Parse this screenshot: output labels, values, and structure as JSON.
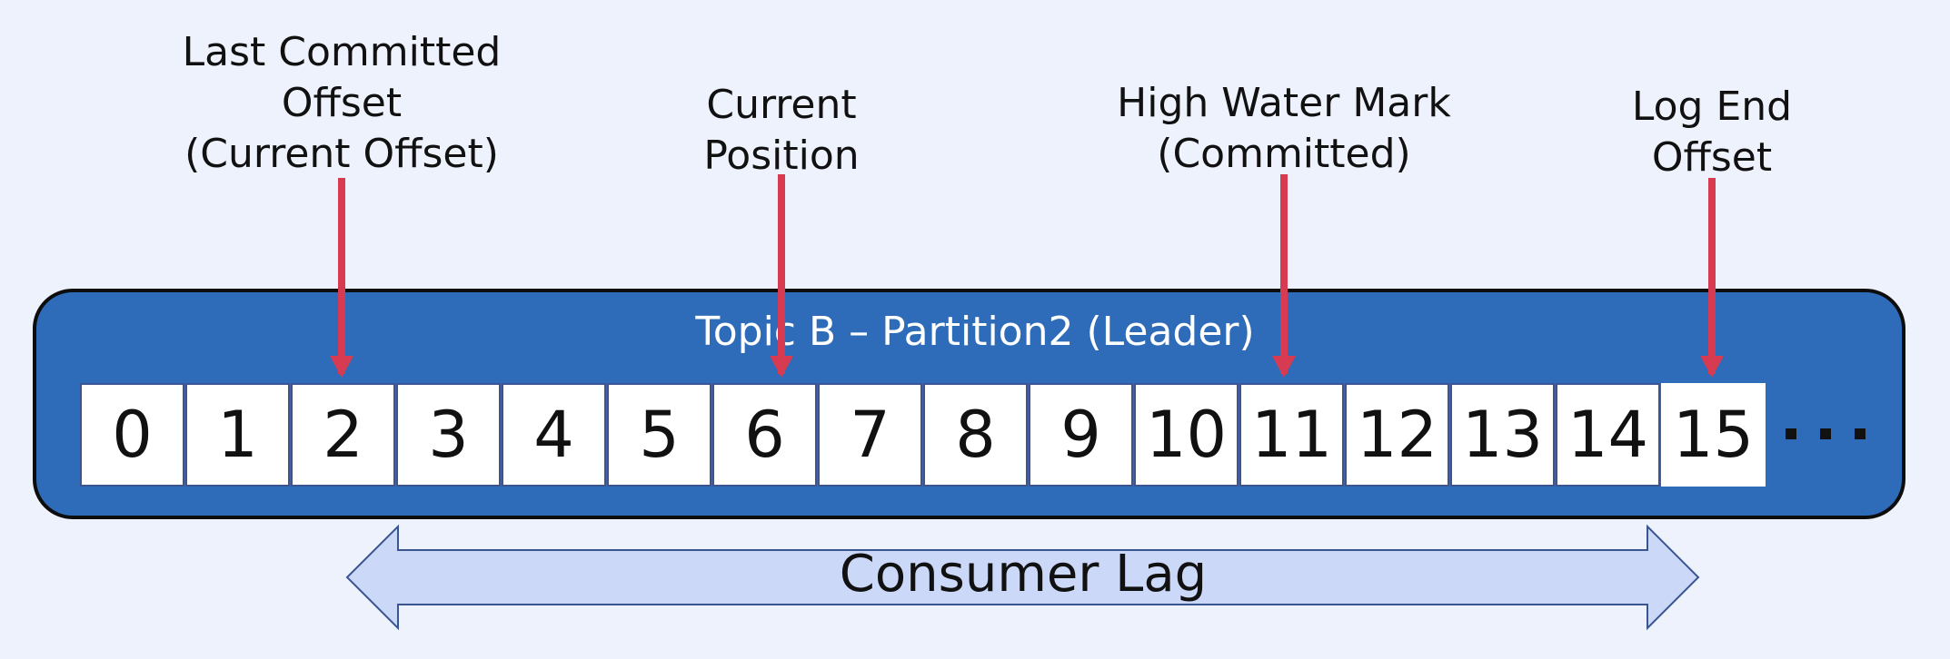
{
  "markers": {
    "last_committed": {
      "line1": "Last Committed",
      "line2": "Offset",
      "line3": "(Current Offset)"
    },
    "current_position": {
      "line1": "Current",
      "line2": "Position"
    },
    "high_water_mark": {
      "line1": "High Water Mark",
      "line2": "(Committed)"
    },
    "log_end": {
      "line1": "Log End",
      "line2": "Offset"
    }
  },
  "partition": {
    "title": "Topic B – Partition2 (Leader)",
    "offsets": [
      "0",
      "1",
      "2",
      "3",
      "4",
      "5",
      "6",
      "7",
      "8",
      "9",
      "10",
      "11",
      "12",
      "13",
      "14",
      "15"
    ]
  },
  "lag": {
    "label": "Consumer Lag"
  },
  "colors": {
    "background": "#eef2fc",
    "partition_fill": "#2e6bb8",
    "arrow": "#d63b51",
    "lag_fill": "#ccd8f8",
    "lag_stroke": "#3a5592"
  }
}
